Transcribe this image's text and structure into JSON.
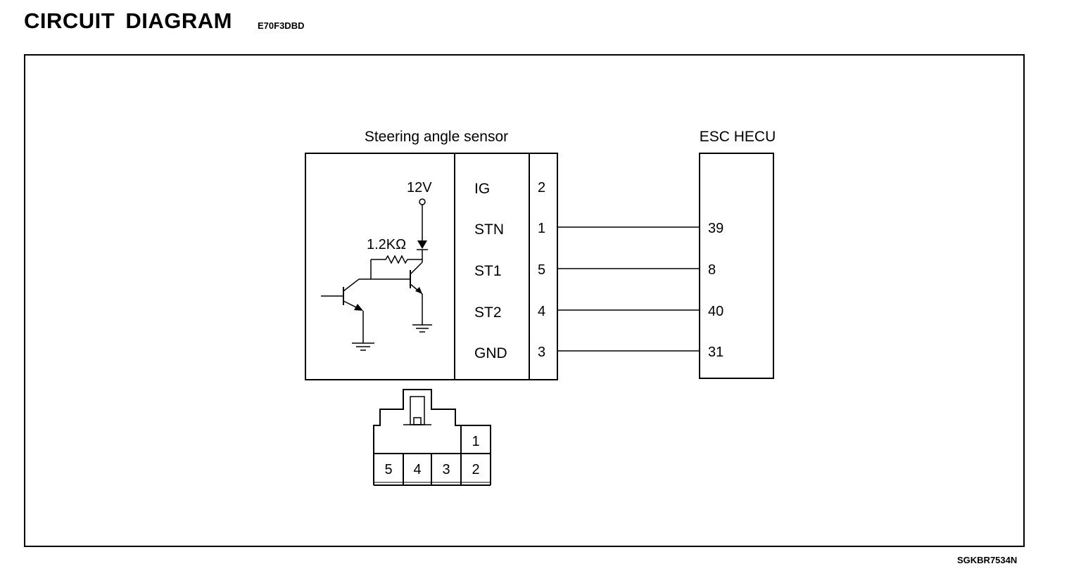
{
  "header": {
    "title": "CIRCUIT DIAGRAM",
    "code": "E70F3DBD"
  },
  "footer": {
    "ref": "SGKBR7534N"
  },
  "sensor": {
    "title": "Steering angle sensor",
    "voltage": "12V",
    "resistor": "1.2KΩ",
    "pins": [
      {
        "signal": "IG",
        "pin": "2"
      },
      {
        "signal": "STN",
        "pin": "1"
      },
      {
        "signal": "ST1",
        "pin": "5"
      },
      {
        "signal": "ST2",
        "pin": "4"
      },
      {
        "signal": "GND",
        "pin": "3"
      }
    ]
  },
  "ecu": {
    "title": "ESC HECU",
    "pins": [
      "39",
      "8",
      "40",
      "31"
    ]
  },
  "connector": {
    "top_pin": "1",
    "bottom_pins": [
      "5",
      "4",
      "3",
      "2"
    ]
  }
}
